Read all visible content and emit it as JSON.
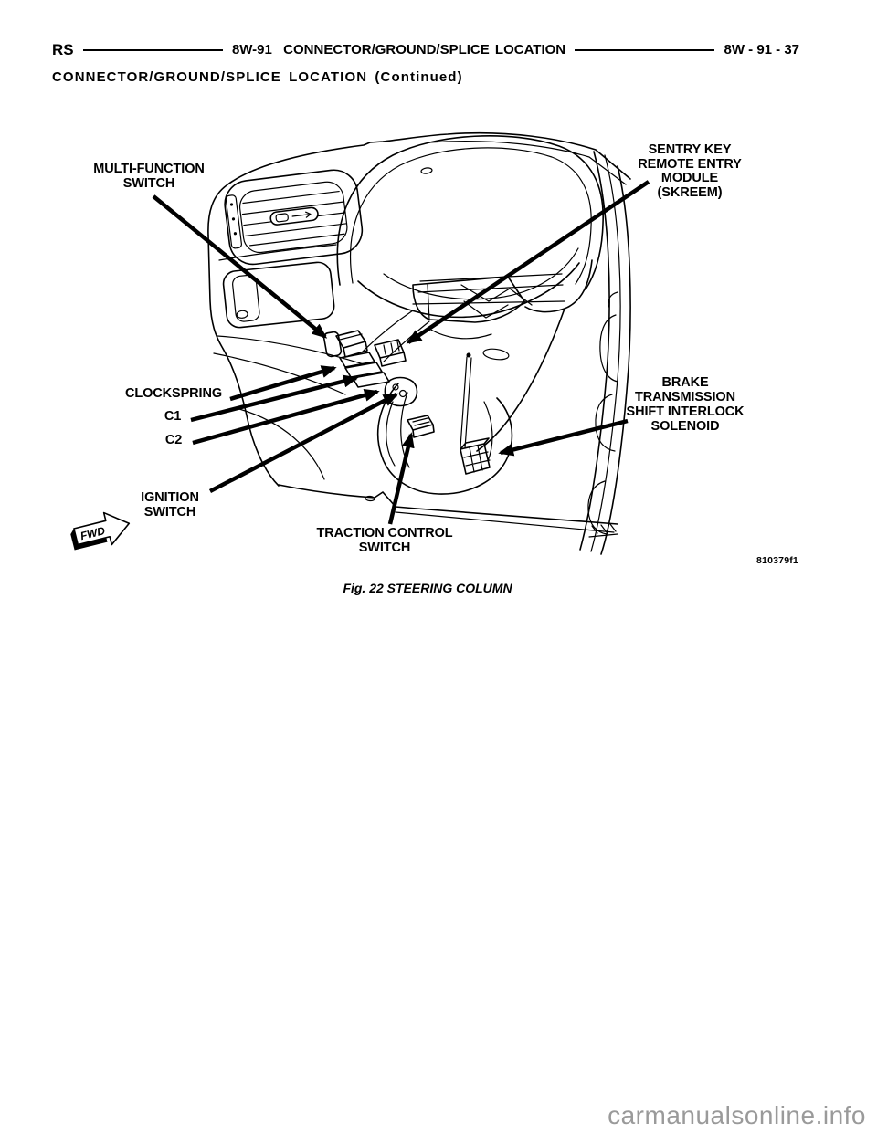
{
  "page": {
    "header": {
      "model_code": "RS",
      "section_title": "8W-91  CONNECTOR/GROUND/SPLICE LOCATION",
      "page_ref": "8W - 91 - 37",
      "subtitle": "CONNECTOR/GROUND/SPLICE LOCATION (Continued)"
    },
    "figure": {
      "caption": "Fig. 22 STEERING COLUMN",
      "figure_id": "810379f1",
      "fwd_indicator": "FWD",
      "labels": {
        "multi_function": "MULTI-FUNCTION\nSWITCH",
        "skreem": "SENTRY KEY\nREMOTE ENTRY\nMODULE\n(SKREEM)",
        "clockspring": "CLOCKSPRING",
        "c1": "C1",
        "c2": "C2",
        "ignition": "IGNITION\nSWITCH",
        "btsi": "BRAKE\nTRANSMISSION\nSHIFT INTERLOCK\nSOLENOID",
        "traction": "TRACTION CONTROL\nSWITCH"
      }
    },
    "watermark": "carmanualsonline.info",
    "colors": {
      "ink": "#000000",
      "paper": "#ffffff",
      "watermark_gray": "#9a9a9a"
    }
  }
}
